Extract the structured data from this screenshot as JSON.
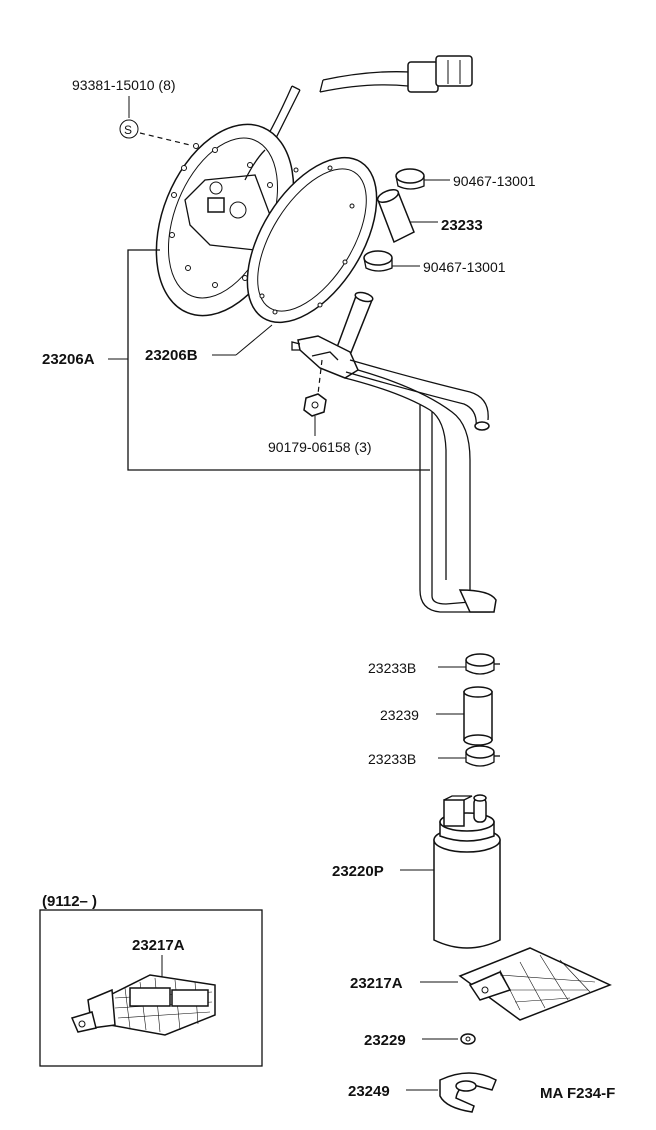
{
  "diagram": {
    "callouts": {
      "screw": "93381-15010 (8)",
      "screw_symbol": "S",
      "clamp_upper": "90467-13001",
      "hose": "23233",
      "clamp_lower": "90467-13001",
      "assembly": "23206A",
      "gasket": "23206B",
      "nut": "90179-06158 (3)",
      "band_upper": "23233B",
      "sleeve": "23239",
      "band_lower": "23233B",
      "pump": "23220P",
      "filter": "23217A",
      "washer": "23229",
      "clip": "23249"
    },
    "inset": {
      "date_range": "(9112–          )",
      "part_label": "23217A"
    },
    "figure_code": "MA F234-F"
  }
}
